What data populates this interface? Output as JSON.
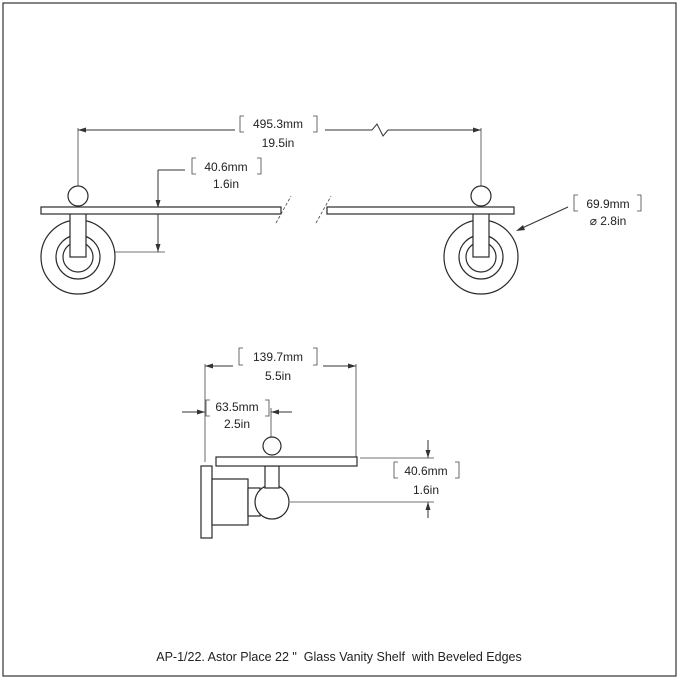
{
  "dimensions": {
    "overall_length": {
      "mm": "495.3mm",
      "in": "19.5in"
    },
    "front_height": {
      "mm": "40.6mm",
      "in": "1.6in"
    },
    "flange_diameter": {
      "mm": "69.9mm",
      "in": "⌀ 2.8in"
    },
    "shelf_depth": {
      "mm": "139.7mm",
      "in": "5.5in"
    },
    "wall_offset": {
      "mm": "63.5mm",
      "in": "2.5in"
    },
    "side_height": {
      "mm": "40.6mm",
      "in": "1.6in"
    }
  },
  "caption": "AP-1/22. Astor Place 22 \"  Glass Vanity Shelf  with Beveled Edges"
}
